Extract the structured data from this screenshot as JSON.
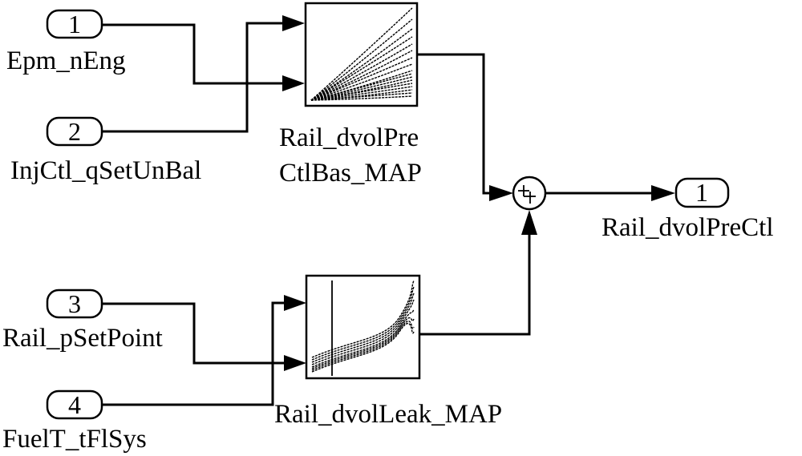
{
  "diagram": {
    "type": "simulink-subsystem",
    "inports": [
      {
        "number": "1",
        "name": "Epm_nEng"
      },
      {
        "number": "2",
        "name": "InjCtl_qSetUnBal"
      },
      {
        "number": "3",
        "name": "Rail_pSetPoint"
      },
      {
        "number": "4",
        "name": "FuelT_tFlSys"
      }
    ],
    "blocks": {
      "map_top": {
        "name_line1": "Rail_dvolPre",
        "name_line2": "CtlBas_MAP",
        "icon": "lookup-table-2d-icon"
      },
      "map_bottom": {
        "name": "Rail_dvolLeak_MAP",
        "icon": "lookup-table-2d-icon"
      },
      "sum": {
        "signs": "++",
        "icon": "sum-icon"
      }
    },
    "outports": [
      {
        "number": "1",
        "name": "Rail_dvolPreCtl"
      }
    ],
    "connections": [
      {
        "from": "Inport 1 (Epm_nEng)",
        "to": "Rail_dvolPreCtlBas_MAP input 2"
      },
      {
        "from": "Inport 2 (InjCtl_qSetUnBal)",
        "to": "Rail_dvolPreCtlBas_MAP input 1"
      },
      {
        "from": "Inport 3 (Rail_pSetPoint)",
        "to": "Rail_dvolLeak_MAP input 2"
      },
      {
        "from": "Inport 4 (FuelT_tFlSys)",
        "to": "Rail_dvolLeak_MAP input 1"
      },
      {
        "from": "Rail_dvolPreCtlBas_MAP",
        "to": "Sum input 1"
      },
      {
        "from": "Rail_dvolLeak_MAP",
        "to": "Sum input 2"
      },
      {
        "from": "Sum",
        "to": "Outport 1 (Rail_dvolPreCtl)"
      }
    ]
  }
}
